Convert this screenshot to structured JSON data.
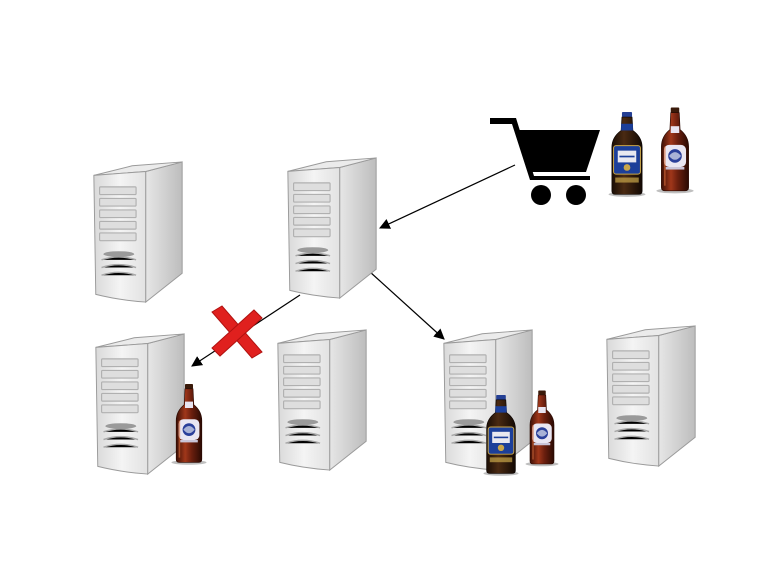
{
  "diagram": {
    "servers": [
      {
        "id": "server-top-left",
        "bottles": []
      },
      {
        "id": "server-top-center",
        "bottles": []
      },
      {
        "id": "server-bottom-1",
        "bottles": [
          "amber-bottle"
        ]
      },
      {
        "id": "server-bottom-2",
        "bottles": []
      },
      {
        "id": "server-bottom-3",
        "bottles": [
          "blue-label-bottle",
          "amber-bottle"
        ]
      },
      {
        "id": "server-bottom-4",
        "bottles": []
      }
    ],
    "cart": {
      "icon": "shopping-cart-icon",
      "bottles": [
        "blue-label-bottle",
        "amber-bottle"
      ]
    },
    "connections": [
      {
        "from": "cart",
        "to": "server-top-center",
        "status": "ok"
      },
      {
        "from": "server-top-center",
        "to": "server-bottom-1",
        "status": "failed"
      },
      {
        "from": "server-top-center",
        "to": "server-bottom-3",
        "status": "ok"
      }
    ],
    "colors": {
      "server_light": "#f2f2f2",
      "server_mid": "#d6d6d6",
      "server_dark": "#b5b5b5",
      "failure_mark": "#e0201e",
      "bottle_amber": "#6b1f0e",
      "bottle_blue_label": "#1c3f9a",
      "cart": "#000000"
    }
  }
}
